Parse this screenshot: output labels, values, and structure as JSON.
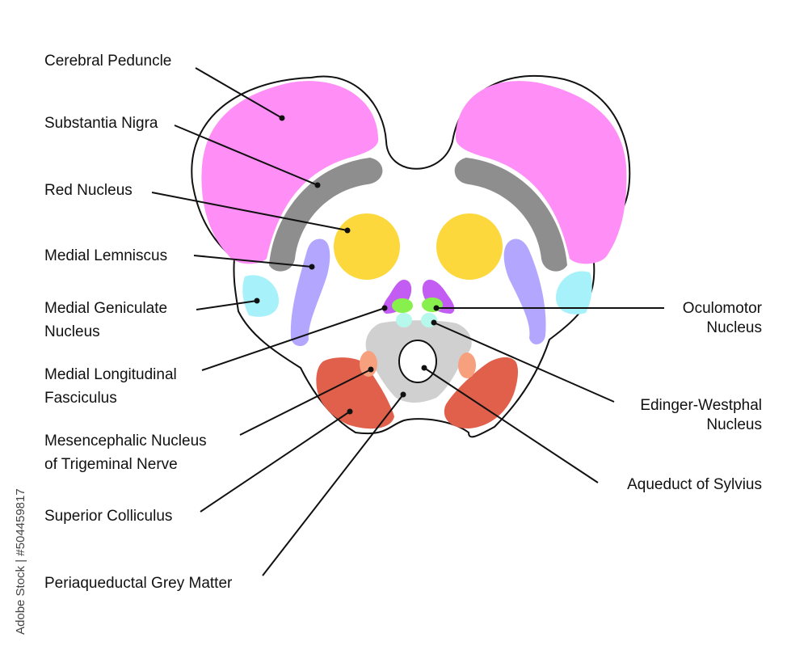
{
  "labels": {
    "cerebral_peduncle": "Cerebral Peduncle",
    "substantia_nigra": "Substantia Nigra",
    "red_nucleus": "Red Nucleus",
    "medial_lemniscus": "Medial Lemniscus",
    "medial_geniculate_1": "Medial Geniculate",
    "medial_geniculate_2": "Nucleus",
    "mlf_1": "Medial Longitudinal",
    "mlf_2": "Fasciculus",
    "mesencephalic_1": "Mesencephalic Nucleus",
    "mesencephalic_2": "of Trigeminal Nerve",
    "superior_colliculus": "Superior Colliculus",
    "periaqueductal": "Periaqueductal Grey Matter",
    "oculomotor_1": "Oculomotor",
    "oculomotor_2": "Nucleus",
    "edinger_1": "Edinger-Westphal",
    "edinger_2": "Nucleus",
    "aqueduct": "Aqueduct of Sylvius"
  },
  "credit": "Adobe Stock | #504459817",
  "colors": {
    "cerebral_peduncle": "#ff8ff7",
    "substantia_nigra": "#8e8e8e",
    "red_nucleus": "#fcd83c",
    "medial_lemniscus": "#b3a6ff",
    "medial_geniculate": "#a7f1fb",
    "oculomotor": "#c35cf2",
    "edinger_westphal": "#88f04c",
    "mlf": "#b6f8ec",
    "periaqueductal": "#d0d0d0",
    "superior_colliculus": "#e0604b",
    "mesencephalic": "#f7a07e"
  }
}
